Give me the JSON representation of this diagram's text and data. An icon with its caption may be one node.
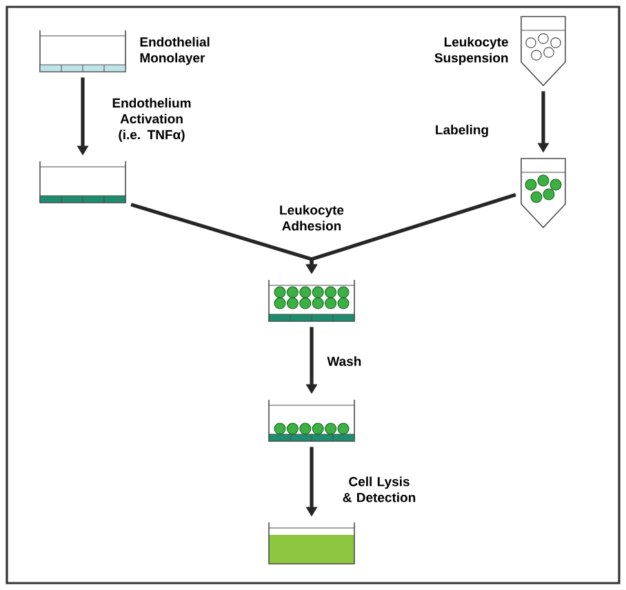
{
  "diagram": {
    "nodes": [
      {
        "text": [],
        "shape": "picture",
        "beside": [
          "Endothelial Monolayer"
        ]
      },
      {
        "text": [],
        "shape": "picture",
        "beside": [
          "Leukocyte Suspension"
        ]
      },
      {
        "text": [],
        "shape": "picture"
      },
      {
        "text": [],
        "shape": "picture"
      },
      {
        "text": [],
        "shape": "picture"
      },
      {
        "text": [],
        "shape": "picture"
      },
      {
        "text": [],
        "shape": "box"
      }
    ],
    "edges": [
      {
        "from": 0,
        "to": 2,
        "arrow": "to",
        "label": "Endothelium Activation (i.e. TNFα)"
      },
      {
        "from": 1,
        "to": 3,
        "arrow": "to",
        "label": "Labeling"
      },
      {
        "from": 2,
        "to": 4,
        "arrow": "to",
        "label": "Leukocyte Adhesion"
      },
      {
        "from": 3,
        "to": 4,
        "arrow": "to"
      },
      {
        "from": 4,
        "to": 5,
        "arrow": "to",
        "label": "Wash"
      },
      {
        "from": 5,
        "to": 6,
        "arrow": "to",
        "label": "Cell Lysis & Detection"
      }
    ]
  }
}
